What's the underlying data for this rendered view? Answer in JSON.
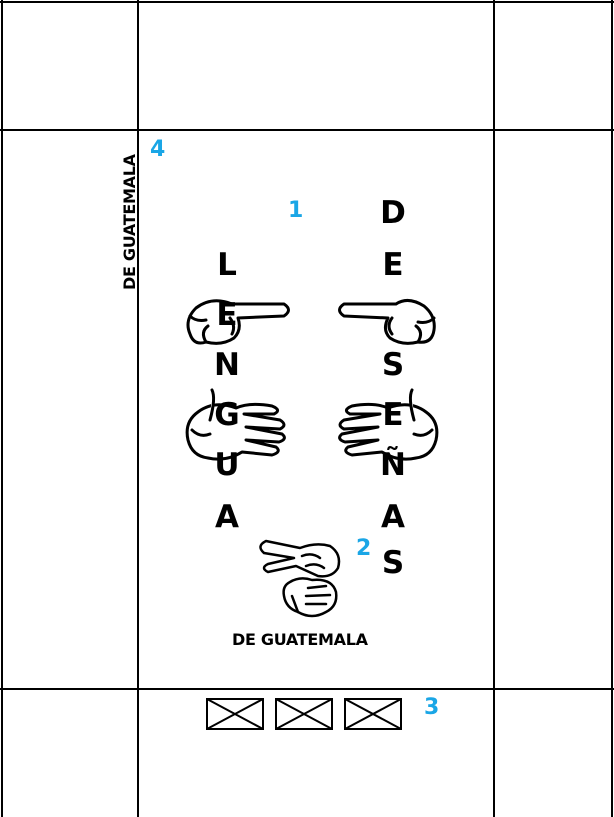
{
  "title_left": [
    "L",
    "E",
    "N",
    "G",
    "U",
    "A"
  ],
  "title_right": [
    "D",
    "E",
    "S",
    "E",
    "Ñ",
    "A",
    "S"
  ],
  "bottom_caption": "DE GUATEMALA",
  "side_caption": "DE GUATEMALA",
  "labels": {
    "n1": "1",
    "n2": "2",
    "n3": "3",
    "n4": "4"
  },
  "accent_color": "#1aa6e6",
  "icons": [
    "pointing-hand-right-icon",
    "pointing-hand-left-icon",
    "open-hand-right-icon",
    "open-hand-left-icon",
    "victory-hand-icon",
    "fist-hand-icon",
    "crossed-box-icon"
  ]
}
